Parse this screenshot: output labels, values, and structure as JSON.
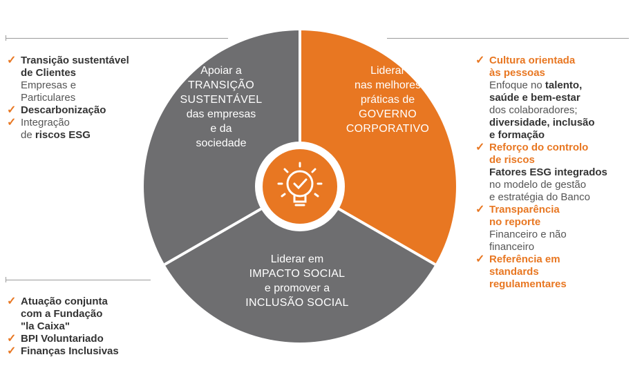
{
  "colors": {
    "orange": "#e87722",
    "gray": "#6e6e70",
    "white": "#ffffff"
  },
  "center_icon": "lightbulb-check-icon",
  "segments": {
    "left": {
      "lines": [
        "Apoiar a",
        "TRANSIÇÃO",
        "SUSTENTÁVEL",
        "das empresas",
        "e da",
        "sociedade"
      ]
    },
    "right": {
      "lines": [
        "Liderar",
        "nas melhores",
        "práticas de",
        "GOVERNO",
        "CORPORATIVO"
      ]
    },
    "bottom": {
      "lines": [
        "Liderar em",
        "IMPACTO SOCIAL",
        "e promover a",
        "INCLUSÃO SOCIAL"
      ]
    }
  },
  "left_top_list": [
    {
      "bold": [
        "Transição sustentável",
        "de Clientes"
      ],
      "regular": [
        "Empresas e",
        "Particulares"
      ]
    },
    {
      "bold": [
        "Descarbonização"
      ],
      "regular": []
    },
    {
      "bold": [],
      "regular": [
        "Integração"
      ],
      "mixed": {
        "pre": "de ",
        "bold": "riscos ESG"
      }
    }
  ],
  "left_bottom_list": [
    {
      "bold": [
        "Atuação conjunta",
        "com a Fundação",
        "\"la Caixa\""
      ]
    },
    {
      "bold": [
        "BPI Voluntariado"
      ]
    },
    {
      "bold": [
        "Finanças Inclusivas"
      ]
    }
  ],
  "right_list": [
    {
      "title": [
        "Cultura orientada",
        "às pessoas"
      ],
      "lines": [
        {
          "pre": "Enfoque no ",
          "bold": "talento,"
        },
        {
          "bold": "saúde e bem-estar"
        },
        {
          "pre": "dos colaboradores;"
        },
        {
          "bold": "diversidade, inclusão"
        },
        {
          "bold": "e formação"
        }
      ]
    },
    {
      "title": [
        "Reforço do controlo",
        "de riscos"
      ],
      "lines": [
        {
          "bold": "Fatores ESG integrados"
        },
        {
          "pre": "no modelo de gestão"
        },
        {
          "pre": "e estratégia do Banco"
        }
      ]
    },
    {
      "title": [
        "Transparência",
        "no reporte"
      ],
      "lines": [
        {
          "pre": "Financeiro e não"
        },
        {
          "pre": "financeiro"
        }
      ]
    },
    {
      "title": [
        "Referência em",
        "standards",
        "regulamentares"
      ],
      "lines": []
    }
  ]
}
